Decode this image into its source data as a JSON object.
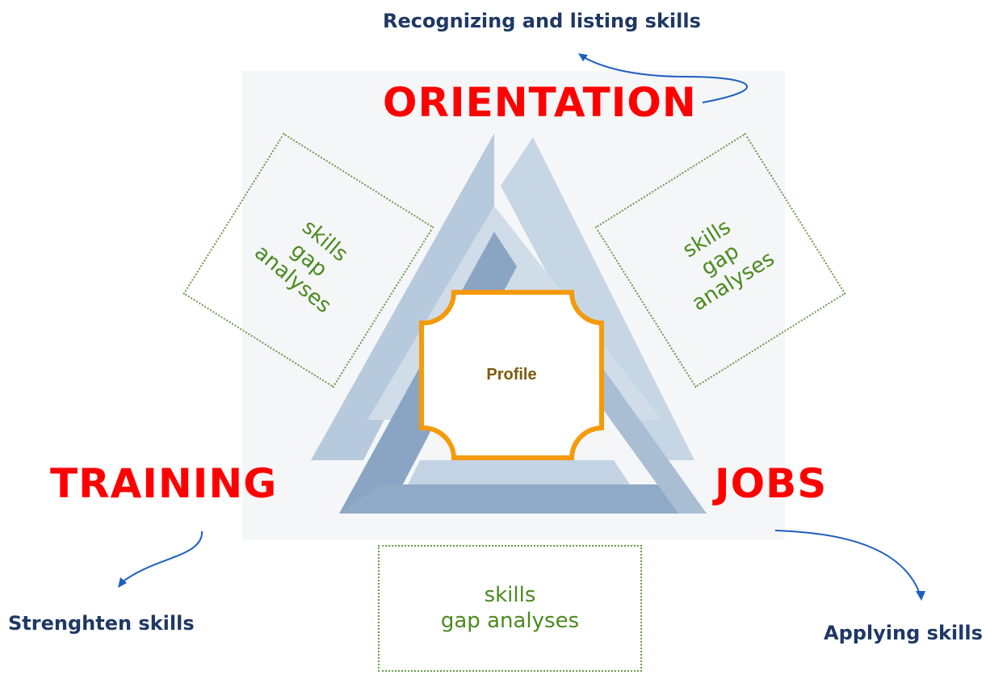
{
  "nodes": {
    "orientation": "ORIENTATION",
    "training": "TRAINING",
    "jobs": "JOBS",
    "profile": "Profile"
  },
  "captions": {
    "orientation": "Recognizing and listing skills",
    "training": "Strenghten skills",
    "jobs": "Applying skills"
  },
  "gap_boxes": {
    "left": {
      "line1": "skills",
      "line2": "gap",
      "line3": "analyses"
    },
    "right": {
      "line1": "skills",
      "line2": "gap",
      "line3": "analyses"
    },
    "bottom": {
      "line1": "skills",
      "line2": "gap analyses"
    }
  },
  "colors": {
    "node_text": "#ff0000",
    "caption_text": "#1f3864",
    "gap_text": "#4c8a1f",
    "profile_border": "#f59a0a",
    "arrow": "#1f5fbf"
  }
}
